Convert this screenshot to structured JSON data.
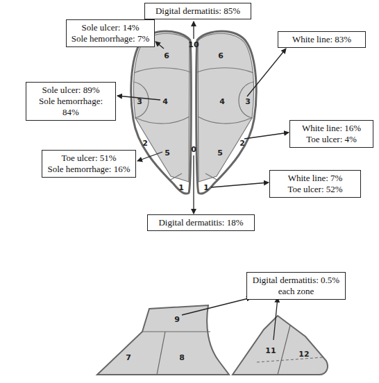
{
  "diagram": {
    "nodes": [
      {
        "text": [
          "Digital dermatitis: 85%"
        ]
      },
      {
        "text": [
          "Sole ulcer: 14%",
          "Sole hemorrhage: 7%"
        ]
      },
      {
        "text": [
          "White line: 83%"
        ]
      },
      {
        "text": [
          "Sole ulcer: 89%",
          "Sole hemorrhage: 84%"
        ]
      },
      {
        "text": [
          "White line: 16%",
          "Toe ulcer: 4%"
        ]
      },
      {
        "text": [
          "Toe ulcer: 51%",
          "Sole hemorrhage: 16%"
        ]
      },
      {
        "text": [
          "White line: 7%",
          "Toe ulcer: 52%"
        ]
      },
      {
        "text": [
          "Digital dermatitis: 18%"
        ]
      },
      {
        "text": [
          "Digital dermatitis: 0.5% each zone"
        ]
      }
    ],
    "labels": [
      "10",
      "6",
      "6",
      "3",
      "4",
      "4",
      "3",
      "2",
      "2",
      "5",
      "0",
      "5",
      "1",
      "1",
      "9",
      "7",
      "8",
      "11",
      "12"
    ]
  }
}
